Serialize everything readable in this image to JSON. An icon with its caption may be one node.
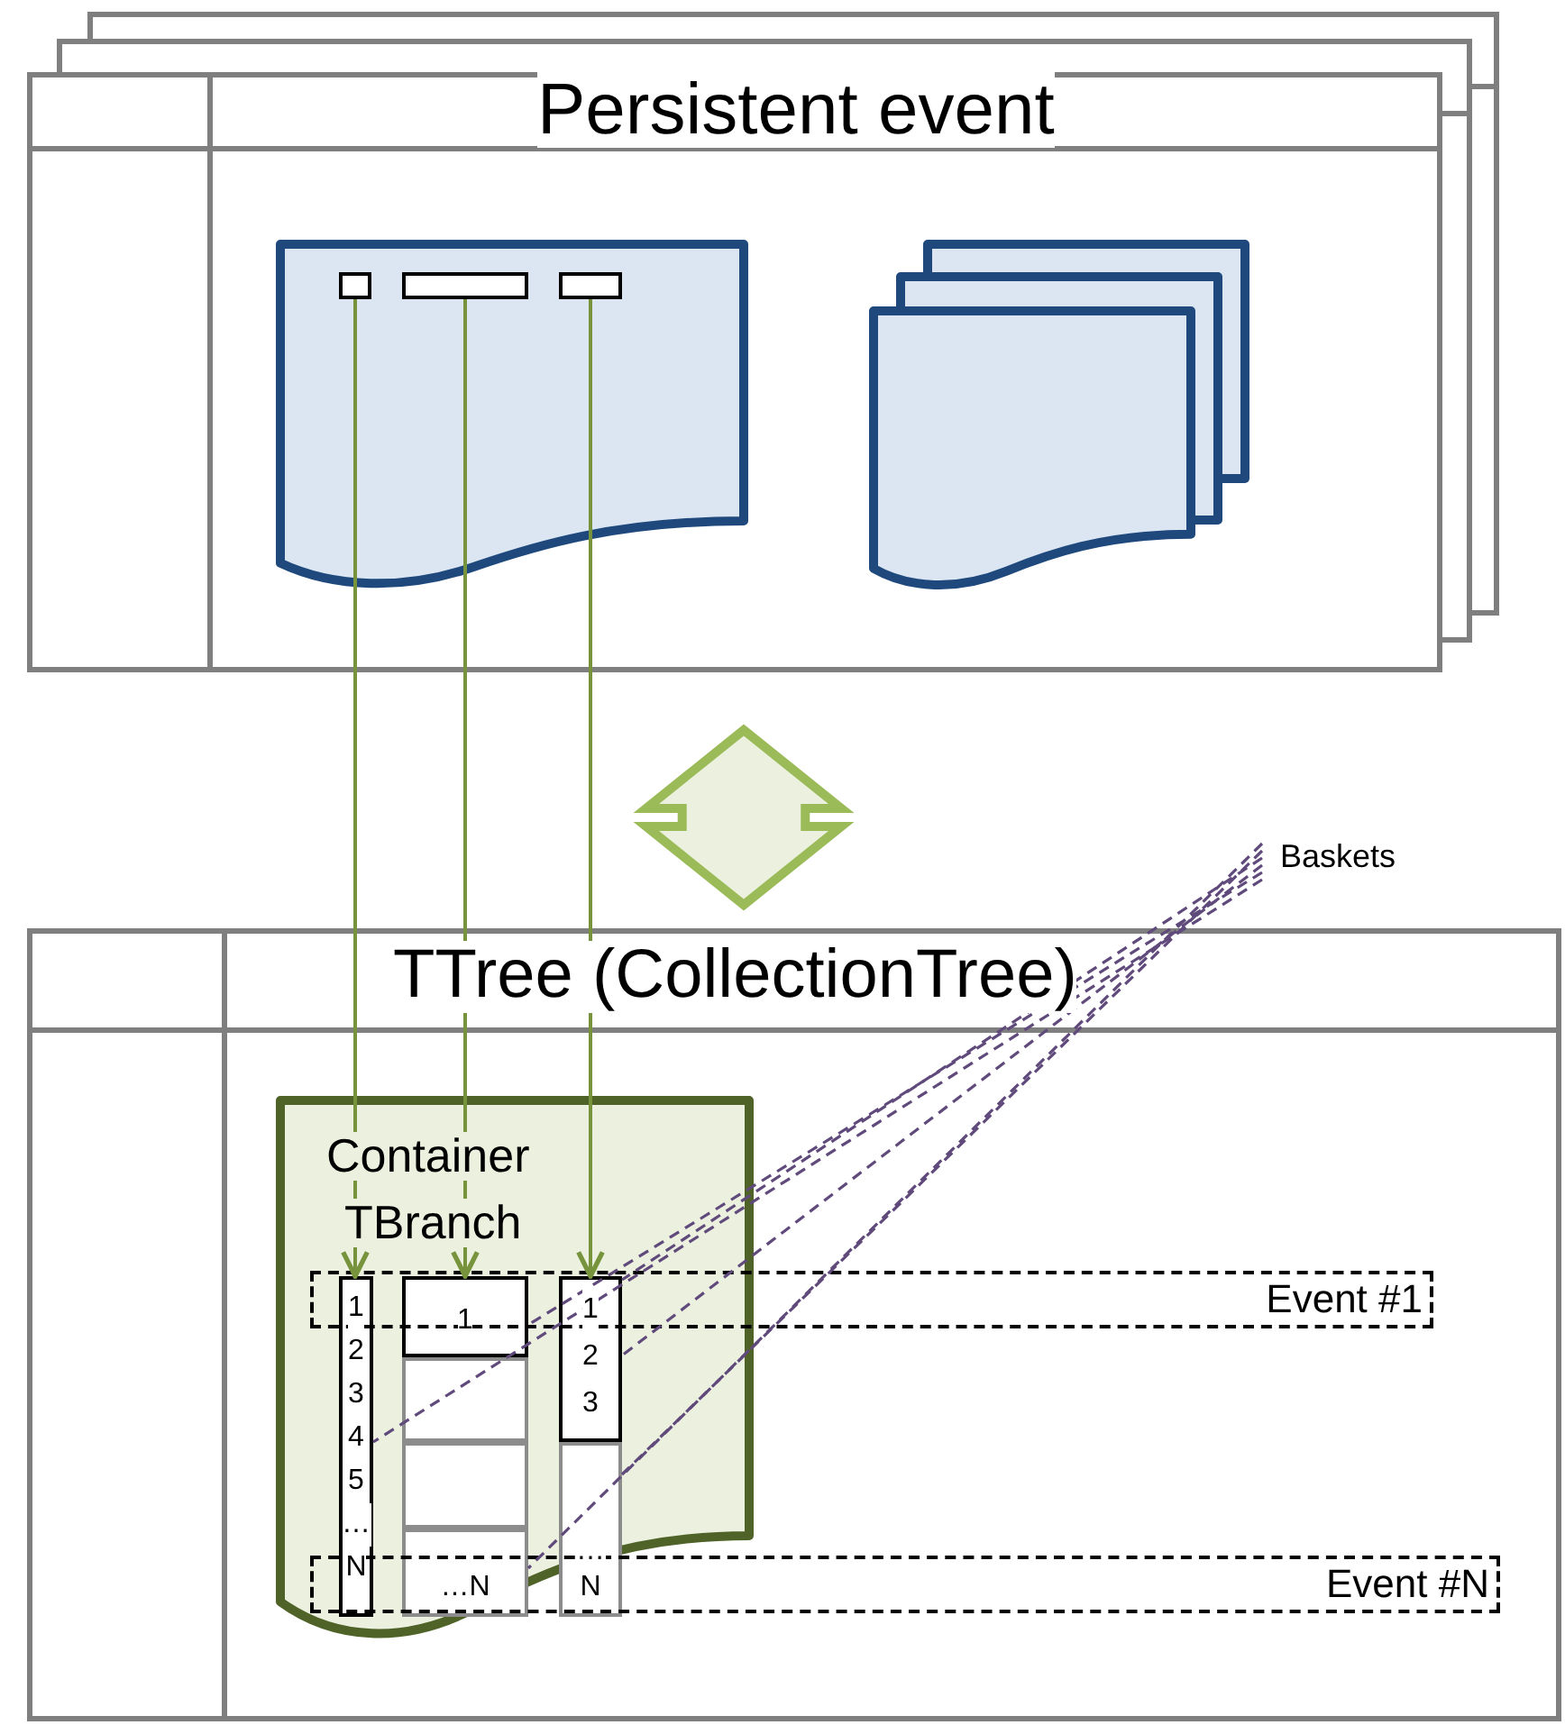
{
  "diagram": {
    "nodes": [
      {
        "text": [
          "Persistent event"
        ]
      },
      {
        "text": [],
        "shape": "document",
        "in": 0
      },
      {
        "text": [],
        "shape": "box",
        "in": 1
      },
      {
        "text": [],
        "shape": "box",
        "in": 1
      },
      {
        "text": [],
        "shape": "box",
        "in": 1
      },
      {
        "text": [],
        "shape": "document",
        "in": 0
      },
      {
        "text": [
          "TTree (CollectionTree)"
        ]
      },
      {
        "text": [
          "Container",
          "TBranch"
        ],
        "in": 6
      },
      {
        "text": [
          "1",
          "2",
          "3",
          "4",
          "5",
          "…",
          "N"
        ],
        "in": 7
      },
      {
        "text": [
          "1"
        ],
        "in": 7
      },
      {
        "text": [],
        "shape": "box",
        "in": 7
      },
      {
        "text": [],
        "shape": "box",
        "in": 7
      },
      {
        "text": [
          "…N"
        ],
        "in": 7
      },
      {
        "text": [
          "1",
          "2",
          "3"
        ],
        "in": 7
      },
      {
        "text": [
          "…",
          "N"
        ],
        "in": 7
      },
      {
        "text": [
          "Event #1"
        ],
        "in": 6
      },
      {
        "text": [
          "Event #N"
        ],
        "in": 6
      },
      {
        "text": [
          "Baskets"
        ]
      }
    ],
    "edges": [
      {
        "from": 2,
        "to": 8,
        "arrow": "to",
        "color": "#77933c"
      },
      {
        "from": 3,
        "to": 9,
        "arrow": "to",
        "color": "#77933c"
      },
      {
        "from": 4,
        "to": 13,
        "arrow": "to",
        "color": "#77933c"
      },
      {
        "from": 0,
        "to": 6,
        "arrow": "both",
        "style": "thick",
        "color": "#9bbb59"
      },
      {
        "from": 17,
        "to": 8,
        "arrow": "none",
        "style": "dashed"
      },
      {
        "from": 17,
        "to": 9,
        "arrow": "none",
        "style": "dashed"
      },
      {
        "from": 17,
        "to": 13,
        "arrow": "none",
        "style": "dashed"
      },
      {
        "from": 17,
        "to": 13,
        "arrow": "none",
        "style": "dashed"
      },
      {
        "from": 17,
        "to": 14,
        "arrow": "none",
        "style": "dashed"
      },
      {
        "from": 17,
        "to": 12,
        "arrow": "none",
        "style": "dashed"
      }
    ]
  }
}
